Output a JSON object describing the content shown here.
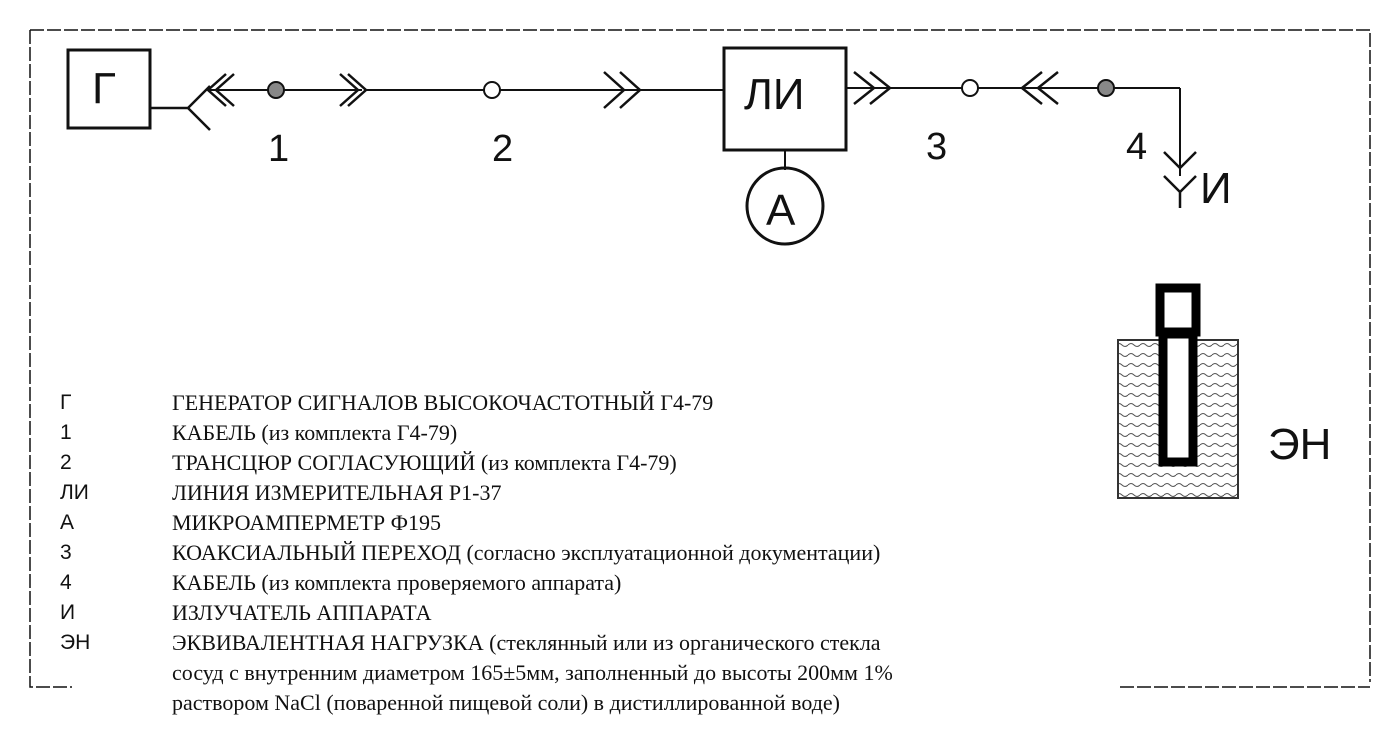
{
  "diagram": {
    "blocks": {
      "generator": "Г",
      "measuring_line": "ЛИ",
      "ammeter": "А"
    },
    "connector_numbers": [
      "1",
      "2",
      "3",
      "4"
    ],
    "emitter_label": "И",
    "load_label": "ЭН"
  },
  "legend": {
    "items": [
      {
        "code": "Г",
        "text": "ГЕНЕРАТОР СИГНАЛОВ ВЫСОКОЧАСТОТНЫЙ Г4-79"
      },
      {
        "code": "1",
        "text": "КАБЕЛЬ (из комплекта Г4-79)"
      },
      {
        "code": "2",
        "text": "ТРАНСЦЮР СОГЛАСУЮЩИЙ (из комплекта Г4-79)"
      },
      {
        "code": "ЛИ",
        "text": "ЛИНИЯ ИЗМЕРИТЕЛЬНАЯ Р1-37"
      },
      {
        "code": "А",
        "text": "МИКРОАМПЕРМЕТР Ф195"
      },
      {
        "code": "3",
        "text": "КОАКСИАЛЬНЫЙ ПЕРЕХОД (согласно эксплуатационной документации)"
      },
      {
        "code": "4",
        "text": "КАБЕЛЬ (из комплекта проверяемого аппарата)"
      },
      {
        "code": "И",
        "text": "ИЗЛУЧАТЕЛЬ АППАРАТА"
      },
      {
        "code": "ЭН",
        "text": "ЭКВИВАЛЕНТНАЯ НАГРУЗКА (стеклянный или из органического стекла"
      }
    ],
    "continuation": [
      "сосуд с внутренним диаметром 165±5мм, заполненный до высоты 200мм 1%",
      "раствором NaCl (поваренной пищевой соли) в дистиллированной воде)"
    ]
  }
}
